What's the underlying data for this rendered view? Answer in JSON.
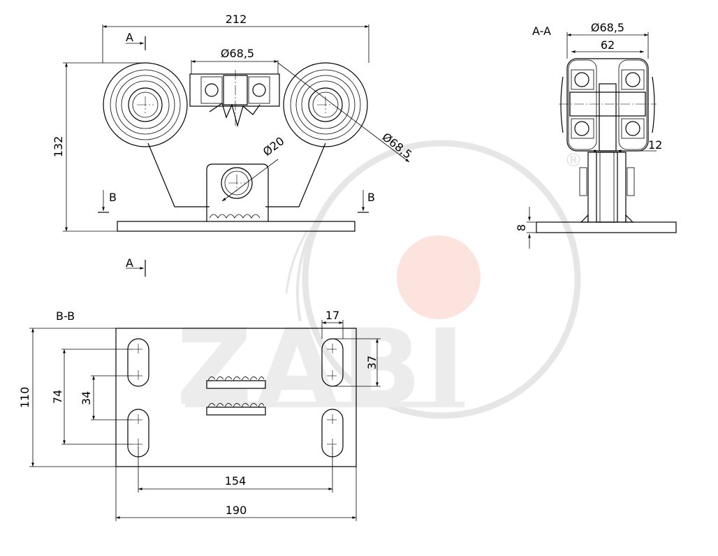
{
  "watermark": {
    "brand": "ZABI",
    "registered_mark": "®",
    "dot_color": "#fde3de",
    "ring_color": "#e6e6e6"
  },
  "colors": {
    "line": "#000000",
    "background": "#ffffff"
  },
  "front_view": {
    "dim_width": "212",
    "dim_height": "132",
    "dim_wheel_dia_top": "Ø68,5",
    "dim_wheel_dia_right": "Ø68,5",
    "dim_axle_dia": "Ø20",
    "section_a_top": "A",
    "section_a_bottom": "A",
    "section_b_left": "B",
    "section_b_right": "B"
  },
  "section_aa": {
    "title": "A-A",
    "dim_outer_dia": "Ø68,5",
    "dim_width": "62",
    "dim_web": "12",
    "dim_plate": "8"
  },
  "section_bb": {
    "title": "B-B",
    "dim_height": "110",
    "dim_hole_pitch": "74",
    "dim_slot_length": "34",
    "dim_slot_width": "17",
    "dim_slot_span": "37",
    "dim_hole_spacing": "154",
    "dim_width": "190"
  }
}
